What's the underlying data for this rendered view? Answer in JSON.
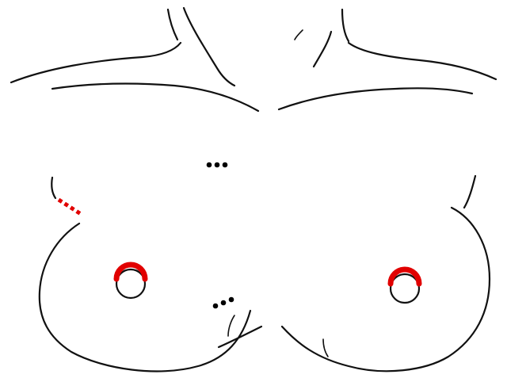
{
  "diagram": {
    "subject": "anterior-torso-line-drawing",
    "colors": {
      "background": "#ffffff",
      "outline": "#111111",
      "marking": "#e10000",
      "dot": "#000000"
    },
    "markings": [
      {
        "kind": "periareolar-arc",
        "side": "right-of-patient",
        "color": "marking"
      },
      {
        "kind": "periareolar-arc",
        "side": "left-of-patient",
        "color": "marking"
      },
      {
        "kind": "axillary-dashed-line",
        "side": "right-of-patient",
        "color": "marking"
      },
      {
        "kind": "dot-triplet",
        "location": "sternal",
        "color": "dot"
      },
      {
        "kind": "dot-triplet",
        "location": "inframammary",
        "color": "dot"
      }
    ]
  }
}
